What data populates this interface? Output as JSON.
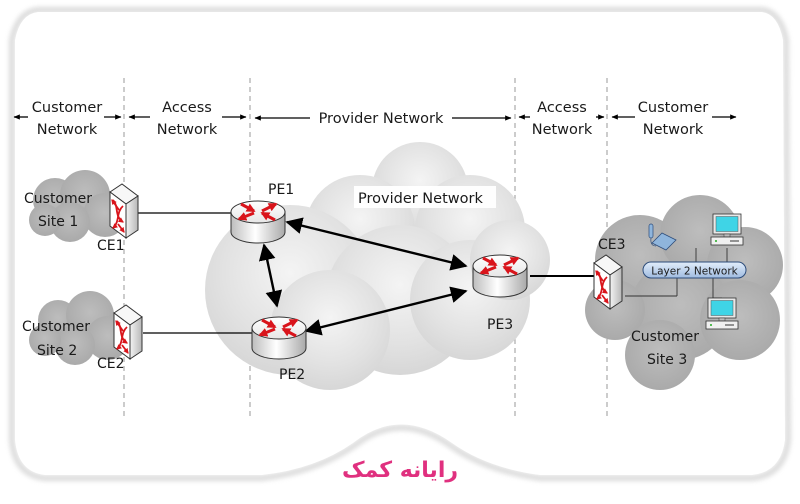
{
  "zones": [
    {
      "id": "customer-left",
      "line1": "Customer",
      "line2": "Network"
    },
    {
      "id": "access-left",
      "line1": "Access",
      "line2": "Network"
    },
    {
      "id": "provider",
      "line1": "Provider Network"
    },
    {
      "id": "access-right",
      "line1": "Access",
      "line2": "Network"
    },
    {
      "id": "customer-right",
      "line1": "Customer",
      "line2": "Network"
    }
  ],
  "clouds": {
    "provider": "Provider Network",
    "site1": {
      "line1": "Customer",
      "line2": "Site 1"
    },
    "site2": {
      "line1": "Customer",
      "line2": "Site 2"
    },
    "site3": {
      "line1": "Customer",
      "line2": "Site 3"
    }
  },
  "devices": {
    "ce1": "CE1",
    "ce2": "CE2",
    "ce3": "CE3",
    "pe1": "PE1",
    "pe2": "PE2",
    "pe3": "PE3"
  },
  "layer2": "Layer 2 Network",
  "brand": "رایانه کمک",
  "colors": {
    "router_arrows": "#d9141b",
    "brand": "#e0307f",
    "cloud": "#c8c8c8",
    "screen": "#3fd4e6"
  }
}
